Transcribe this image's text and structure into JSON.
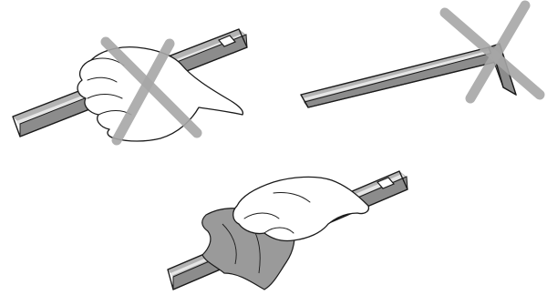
{
  "illustration": {
    "panels": [
      {
        "id": "hand-grip-incorrect",
        "status": "incorrect",
        "mark": "cross-mark-icon"
      },
      {
        "id": "bent-strip-incorrect",
        "status": "incorrect",
        "mark": "cross-mark-icon"
      },
      {
        "id": "cloth-wipe-correct",
        "status": "correct",
        "mark": ""
      }
    ],
    "colors": {
      "outline": "#1a1a1a",
      "strip_face": "#b3b3b3",
      "strip_edge": "#8c8c8c",
      "strip_highlight": "#e6e6e6",
      "cross": "#a6a6a6",
      "cloth": "#9a9a9a",
      "background": "#ffffff"
    }
  }
}
